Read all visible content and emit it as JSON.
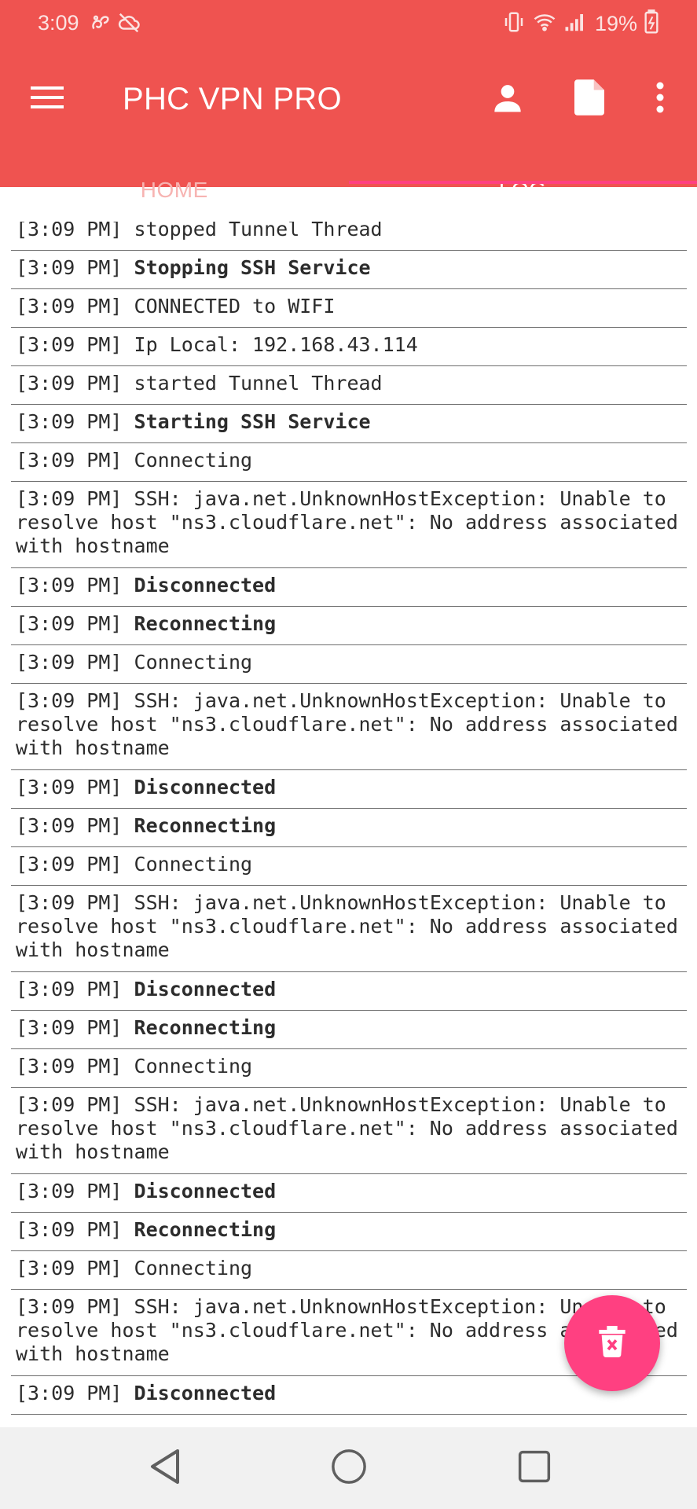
{
  "status_bar": {
    "time": "3:09",
    "battery_text": "19%",
    "left_icons": [
      "squirrel-icon",
      "cloud-off-icon"
    ],
    "right_icons": [
      "vibrate-icon",
      "wifi-icon",
      "signal-icon",
      "battery-charging-icon"
    ]
  },
  "app_bar": {
    "title": "PHC VPN PRO",
    "background": "#ef5350",
    "icons": [
      "menu-icon",
      "account-icon",
      "file-icon",
      "more-vert-icon"
    ]
  },
  "tabs": [
    {
      "label": "HOME",
      "active": false
    },
    {
      "label": "LOG",
      "active": true
    }
  ],
  "log": [
    {
      "time": "[3:09 PM]",
      "message": "stopped Tunnel Thread",
      "bold": false
    },
    {
      "time": "[3:09 PM]",
      "message": "Stopping SSH Service",
      "bold": true
    },
    {
      "time": "[3:09 PM]",
      "message": "CONNECTED to WIFI",
      "bold": false
    },
    {
      "time": "[3:09 PM]",
      "message": "Ip Local: 192.168.43.114",
      "bold": false
    },
    {
      "time": "[3:09 PM]",
      "message": "started Tunnel Thread",
      "bold": false
    },
    {
      "time": "[3:09 PM]",
      "message": "Starting SSH Service",
      "bold": true
    },
    {
      "time": "[3:09 PM]",
      "message": "Connecting",
      "bold": false
    },
    {
      "time": "[3:09 PM]",
      "message": "SSH: java.net.UnknownHostException: Unable to resolve host \"ns3.cloudflare.net\": No address associated with hostname",
      "bold": false
    },
    {
      "time": "[3:09 PM]",
      "message": "Disconnected",
      "bold": true
    },
    {
      "time": "[3:09 PM]",
      "message": "Reconnecting",
      "bold": true
    },
    {
      "time": "[3:09 PM]",
      "message": "Connecting",
      "bold": false
    },
    {
      "time": "[3:09 PM]",
      "message": "SSH: java.net.UnknownHostException: Unable to resolve host \"ns3.cloudflare.net\": No address associated with hostname",
      "bold": false
    },
    {
      "time": "[3:09 PM]",
      "message": "Disconnected",
      "bold": true
    },
    {
      "time": "[3:09 PM]",
      "message": "Reconnecting",
      "bold": true
    },
    {
      "time": "[3:09 PM]",
      "message": "Connecting",
      "bold": false
    },
    {
      "time": "[3:09 PM]",
      "message": "SSH: java.net.UnknownHostException: Unable to resolve host \"ns3.cloudflare.net\": No address associated with hostname",
      "bold": false
    },
    {
      "time": "[3:09 PM]",
      "message": "Disconnected",
      "bold": true
    },
    {
      "time": "[3:09 PM]",
      "message": "Reconnecting",
      "bold": true
    },
    {
      "time": "[3:09 PM]",
      "message": "Connecting",
      "bold": false
    },
    {
      "time": "[3:09 PM]",
      "message": "SSH: java.net.UnknownHostException: Unable to resolve host \"ns3.cloudflare.net\": No address associated with hostname",
      "bold": false
    },
    {
      "time": "[3:09 PM]",
      "message": "Disconnected",
      "bold": true
    },
    {
      "time": "[3:09 PM]",
      "message": "Reconnecting",
      "bold": true
    },
    {
      "time": "[3:09 PM]",
      "message": "Connecting",
      "bold": false
    },
    {
      "time": "[3:09 PM]",
      "message": "SSH: java.net.UnknownHostException: Unable to resolve host \"ns3.cloudflare.net\": No address associated with hostname",
      "bold": false
    },
    {
      "time": "[3:09 PM]",
      "message": "Disconnected",
      "bold": true
    }
  ],
  "fab": {
    "icon": "clear-log-icon",
    "color": "#ff4081"
  },
  "nav_bar": {
    "icons": [
      "back-icon",
      "home-icon",
      "recents-icon"
    ]
  }
}
